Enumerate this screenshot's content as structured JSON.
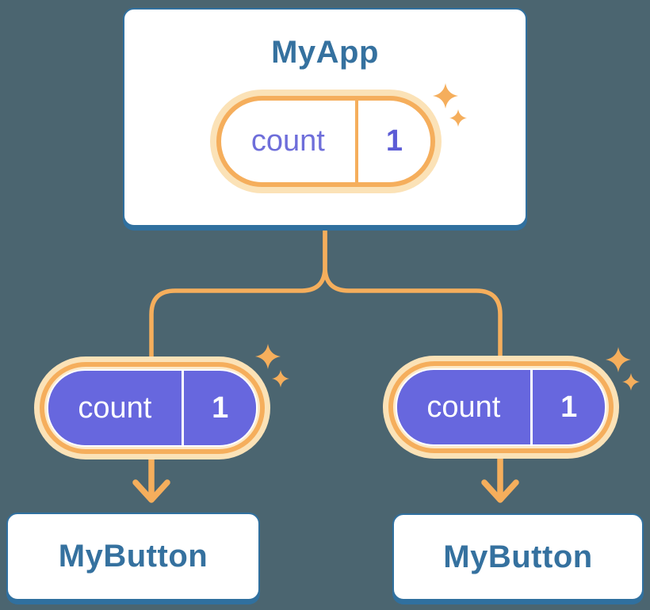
{
  "colors": {
    "background": "#4b6570",
    "card_bg": "#ffffff",
    "card_border": "#30709f",
    "title_text": "#35719f",
    "accent_orange": "#f5ae5c",
    "pill_halo": "#fbe2b7",
    "pill_inner_pale": "#fdeac8",
    "purple_fill": "#6767de",
    "purple_key_text": "#6e6eda",
    "purple_value_text": "#5c5cd6",
    "pill_text_light": "#ffffff"
  },
  "root_node": {
    "title": "MyApp",
    "state_pill": {
      "key": "count",
      "value": "1"
    }
  },
  "child_nodes": [
    {
      "title": "MyButton",
      "prop_pill": {
        "key": "count",
        "value": "1"
      }
    },
    {
      "title": "MyButton",
      "prop_pill": {
        "key": "count",
        "value": "1"
      }
    }
  ]
}
